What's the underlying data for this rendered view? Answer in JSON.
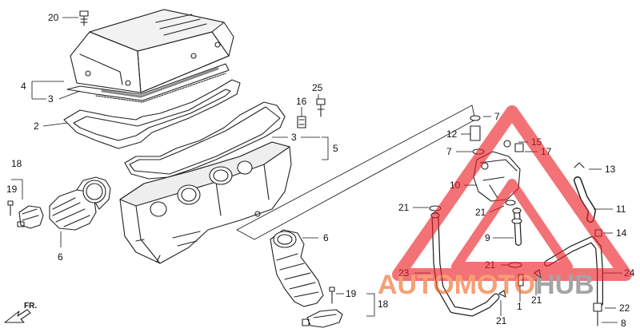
{
  "diagram": {
    "direction_label": "FR.",
    "callouts": {
      "c1": "1",
      "c2": "2",
      "c3a": "3",
      "c3b": "3",
      "c4": "4",
      "c5": "5",
      "c6a": "6",
      "c6b": "6",
      "c7a": "7",
      "c7b": "7",
      "c8": "8",
      "c9": "9",
      "c10": "10",
      "c11": "11",
      "c12": "12",
      "c13": "13",
      "c14": "14",
      "c15": "15",
      "c16": "16",
      "c17": "17",
      "c18a": "18",
      "c18b": "18",
      "c19a": "19",
      "c19b": "19",
      "c20": "20",
      "c21a": "21",
      "c21b": "21",
      "c21c": "21",
      "c21d": "21",
      "c21e": "21",
      "c22": "22",
      "c23": "23",
      "c24": "24",
      "c25": "25"
    }
  },
  "watermark": {
    "part1": "AUTOMOTO",
    "part2": "HUB",
    "color_primary": "#f26522",
    "color_secondary": "#6d6e71",
    "triangle_color": "#ec1c24"
  }
}
